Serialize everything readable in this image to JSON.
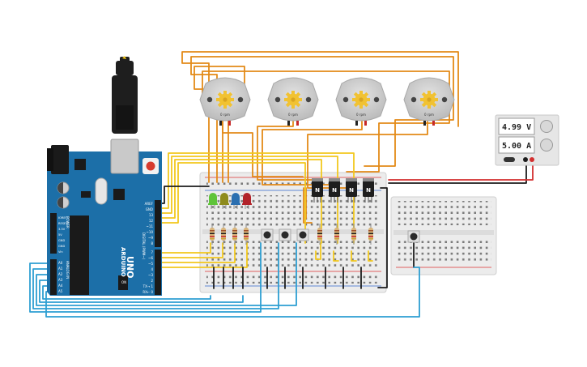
{
  "arduino": {
    "brand": "ARDUINO",
    "model": "UNO",
    "power_header": "POWER",
    "analog_header": "ANALOG IN",
    "digital_header": "DIGITAL (PWM~)",
    "on_label": "ON",
    "power_pins": [
      "IOREF",
      "RESET",
      "3.3V",
      "5V",
      "GND",
      "GND",
      "Vin"
    ],
    "analog_pins": [
      "A0",
      "A1",
      "A2",
      "A3",
      "A4",
      "A5"
    ],
    "digital_top_pins": [
      "AREF",
      "GND",
      "13",
      "12",
      "~11",
      "~10",
      "~9",
      "8"
    ],
    "digital_bottom_pins": [
      "7",
      "~6",
      "~5",
      "4",
      "~3",
      "2",
      "TX→ 1",
      "RX← 0"
    ],
    "color": "#1c6fa8"
  },
  "motors": [
    {
      "id": "motor-1",
      "label": "0 rpm"
    },
    {
      "id": "motor-2",
      "label": "0 rpm"
    },
    {
      "id": "motor-3",
      "label": "0 rpm"
    },
    {
      "id": "motor-4",
      "label": "0 rpm"
    }
  ],
  "power_supply": {
    "voltage": "4.99 V",
    "current": "5.00 A"
  },
  "transistors": [
    {
      "id": "q1",
      "label": "N"
    },
    {
      "id": "q2",
      "label": "N"
    },
    {
      "id": "q3",
      "label": "N"
    },
    {
      "id": "q4",
      "label": "N"
    }
  ],
  "leds": [
    {
      "id": "led-green",
      "color": "#5fc43a"
    },
    {
      "id": "led-olive",
      "color": "#8e8b1d"
    },
    {
      "id": "led-blue",
      "color": "#2b6fb0"
    },
    {
      "id": "led-red",
      "color": "#b2232a"
    }
  ],
  "wire_colors": {
    "orange": "#e38a17",
    "yellow": "#f2c81d",
    "blue": "#2d9fd2",
    "black": "#1d1d1d",
    "red": "#d32f2f"
  }
}
